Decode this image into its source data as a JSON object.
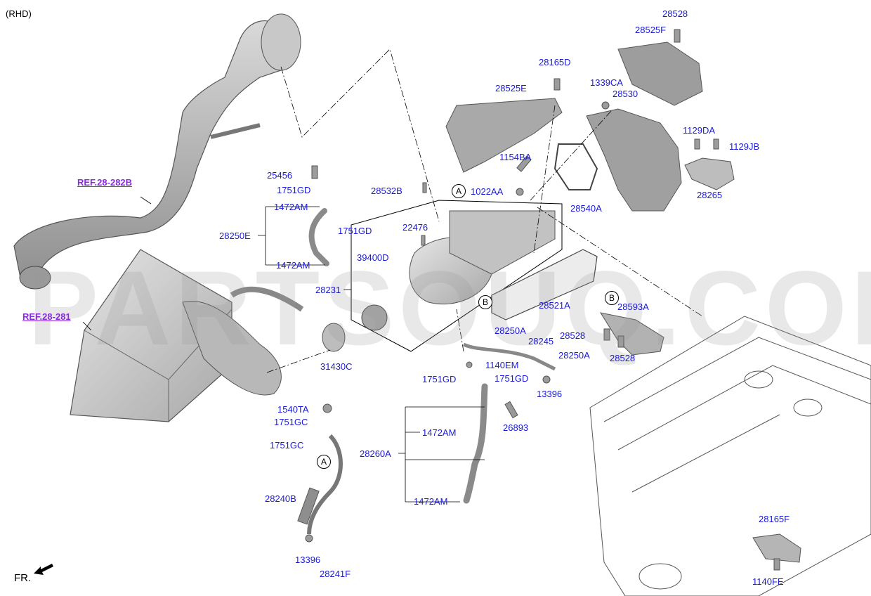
{
  "header": {
    "note": "(RHD)"
  },
  "footer": {
    "direction": "FR."
  },
  "watermark": "PARTSOUQ.COM",
  "refs": {
    "ref_1": "REF.28-282B",
    "ref_2": "REF.28-281"
  },
  "callouts": {
    "a": "A",
    "b": "B"
  },
  "labels": {
    "p28528_top": "28528",
    "p28525F": "28525F",
    "p28165D": "28165D",
    "p1339CA": "1339CA",
    "p28525E": "28525E",
    "p28530": "28530",
    "p1129DA": "1129DA",
    "p1129JB": "1129JB",
    "p1154BA": "1154BA",
    "p25456": "25456",
    "p1751GD_1": "1751GD",
    "p28532B": "28532B",
    "p1022AA": "1022AA",
    "p28265": "28265",
    "p1472AM_1": "1472AM",
    "p28540A": "28540A",
    "p22476": "22476",
    "p1751GD_2": "1751GD",
    "p28250E": "28250E",
    "p39400D": "39400D",
    "p1472AM_2": "1472AM",
    "p28231": "28231",
    "p28521A": "28521A",
    "p28593A": "28593A",
    "p28250A_1": "28250A",
    "p28528_mid": "28528",
    "p28245": "28245",
    "p28528_low": "28528",
    "p28250A_2": "28250A",
    "p31430C": "31430C",
    "p1140EM": "1140EM",
    "p1751GD_3": "1751GD",
    "p1751GD_4": "1751GD",
    "p13396_1": "13396",
    "p1540TA": "1540TA",
    "p1751GC_1": "1751GC",
    "p26893": "26893",
    "p1472AM_3": "1472AM",
    "p1751GC_2": "1751GC",
    "p28260A": "28260A",
    "p28240B": "28240B",
    "p1472AM_4": "1472AM",
    "p28165F": "28165F",
    "p13396_2": "13396",
    "p28241F": "28241F",
    "p1140FE": "1140FE"
  }
}
